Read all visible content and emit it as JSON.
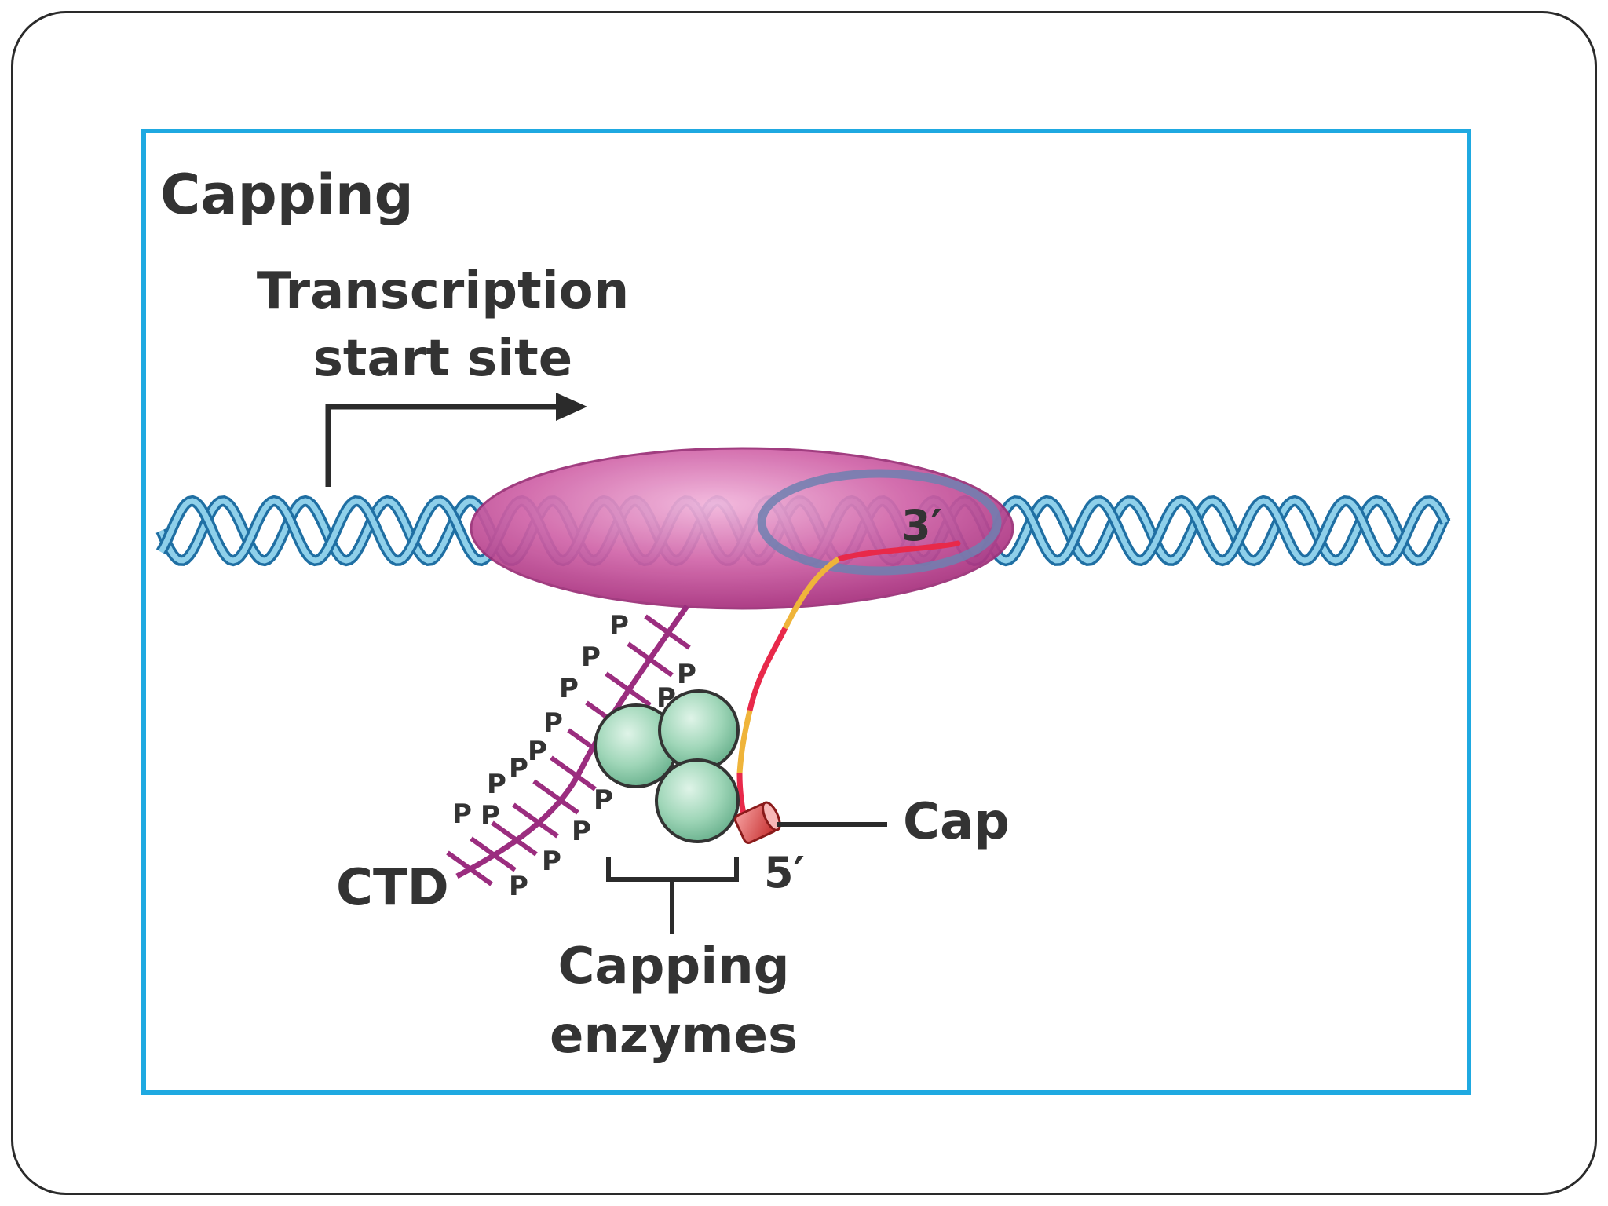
{
  "title": "Capping",
  "labels": {
    "transcription_line1": "Transcription",
    "transcription_line2": "start site",
    "three_prime": "3′",
    "five_prime": "5′",
    "cap": "Cap",
    "ctd": "CTD",
    "capping_enzymes_line1": "Capping",
    "capping_enzymes_line2": "enzymes",
    "phosphate": "P"
  },
  "colors": {
    "frame": "#1fa9e1",
    "polymerase": "#c8559a",
    "ctd": "#9b2d7f",
    "dna_dark": "#1f6fa3",
    "dna_light": "#8fd0ea",
    "rna_red": "#e8294a",
    "rna_yellow": "#efb43a",
    "enzyme": "#9fd6b8",
    "cap": "#e04a4a"
  }
}
